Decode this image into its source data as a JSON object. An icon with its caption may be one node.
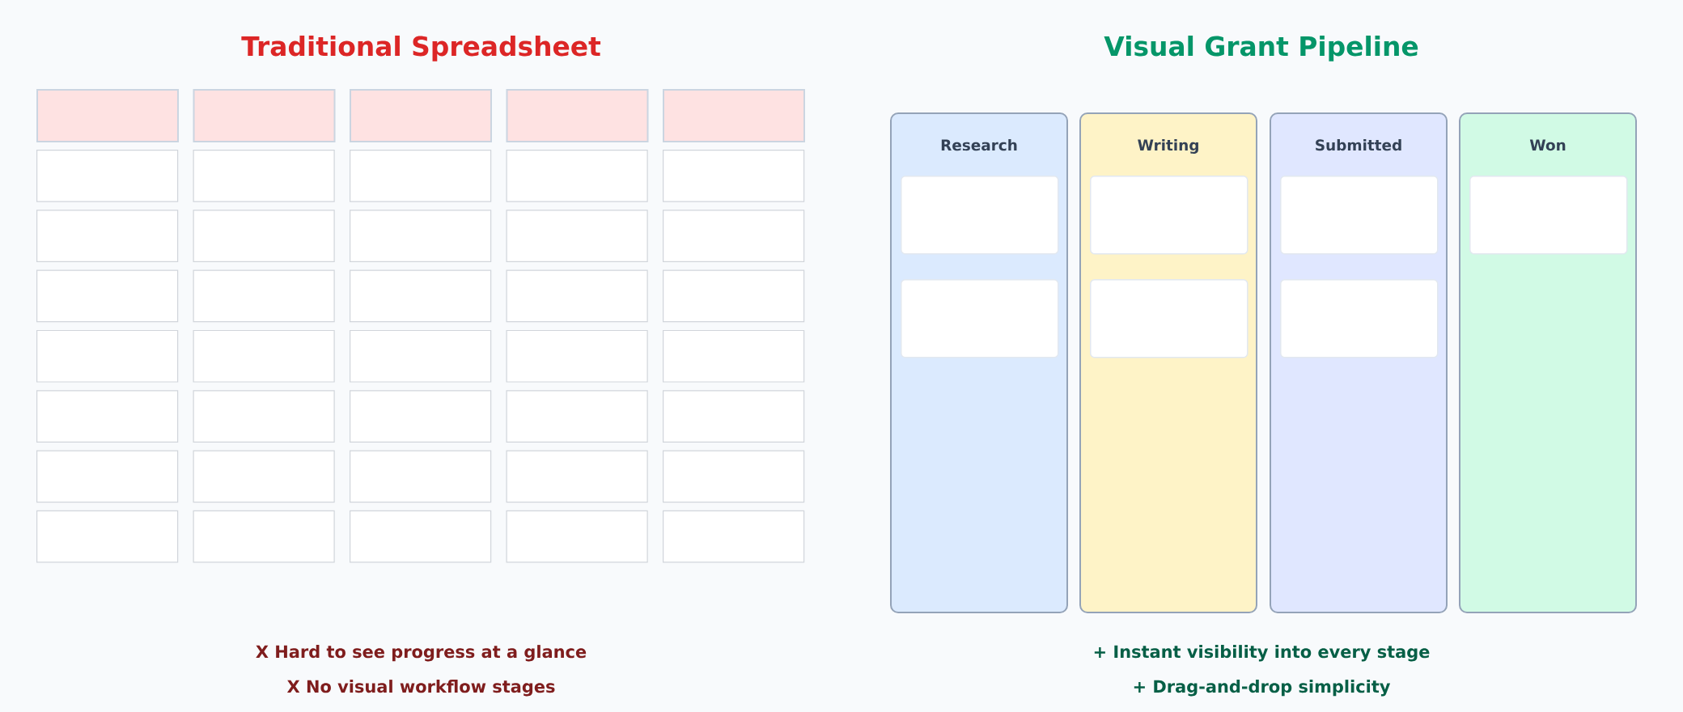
{
  "diagram": {
    "nodes": [
      {
        "text": [],
        "shape": "box"
      },
      {
        "text": [],
        "shape": "box"
      },
      {
        "text": [],
        "shape": "box"
      },
      {
        "text": [],
        "shape": "box"
      },
      {
        "text": [],
        "shape": "box"
      },
      {
        "text": [],
        "shape": "box"
      },
      {
        "text": [],
        "shape": "box"
      },
      {
        "text": [],
        "shape": "box"
      },
      {
        "text": [],
        "shape": "box"
      },
      {
        "text": [],
        "shape": "box"
      },
      {
        "text": [],
        "shape": "box"
      },
      {
        "text": [],
        "shape": "box"
      },
      {
        "text": [],
        "shape": "box"
      },
      {
        "text": [],
        "shape": "box"
      },
      {
        "text": [],
        "shape": "box"
      },
      {
        "text": [],
        "shape": "box"
      },
      {
        "text": [],
        "shape": "box"
      },
      {
        "text": [],
        "shape": "box"
      },
      {
        "text": [],
        "shape": "box"
      },
      {
        "text": [],
        "shape": "box"
      },
      {
        "text": [],
        "shape": "box"
      },
      {
        "text": [],
        "shape": "box"
      },
      {
        "text": [],
        "shape": "box"
      },
      {
        "text": [],
        "shape": "box"
      },
      {
        "text": [],
        "shape": "box"
      },
      {
        "text": [],
        "shape": "box"
      },
      {
        "text": [],
        "shape": "box"
      },
      {
        "text": [],
        "shape": "box"
      },
      {
        "text": [],
        "shape": "box"
      },
      {
        "text": [],
        "shape": "box"
      },
      {
        "text": [],
        "shape": "box"
      },
      {
        "text": [],
        "shape": "box"
      },
      {
        "text": [],
        "shape": "box"
      },
      {
        "text": [],
        "shape": "box"
      },
      {
        "text": [],
        "shape": "box"
      },
      {
        "text": [],
        "shape": "box"
      },
      {
        "text": [],
        "shape": "box"
      },
      {
        "text": [],
        "shape": "box"
      },
      {
        "text": [],
        "shape": "box"
      },
      {
        "text": [],
        "shape": "box"
      },
      {
        "text": [
          "Research"
        ]
      },
      {
        "text": [],
        "shape": "box",
        "in": 40
      },
      {
        "text": [],
        "shape": "box",
        "in": 40
      },
      {
        "text": [
          "Writing"
        ]
      },
      {
        "text": [],
        "shape": "box",
        "in": 43
      },
      {
        "text": [],
        "shape": "box",
        "in": 43
      },
      {
        "text": [
          "Submitted"
        ]
      },
      {
        "text": [],
        "shape": "box",
        "in": 46
      },
      {
        "text": [],
        "shape": "box",
        "in": 46
      },
      {
        "text": [
          "Won"
        ]
      },
      {
        "text": [],
        "shape": "box",
        "in": 49
      }
    ],
    "labels": [
      "Traditional Spreadsheet",
      "X Hard to see progress at a glance",
      "X No visual workflow stages",
      "Visual Grant Pipeline",
      "+ Instant visibility into every stage",
      "+ Drag-and-drop simplicity"
    ]
  }
}
